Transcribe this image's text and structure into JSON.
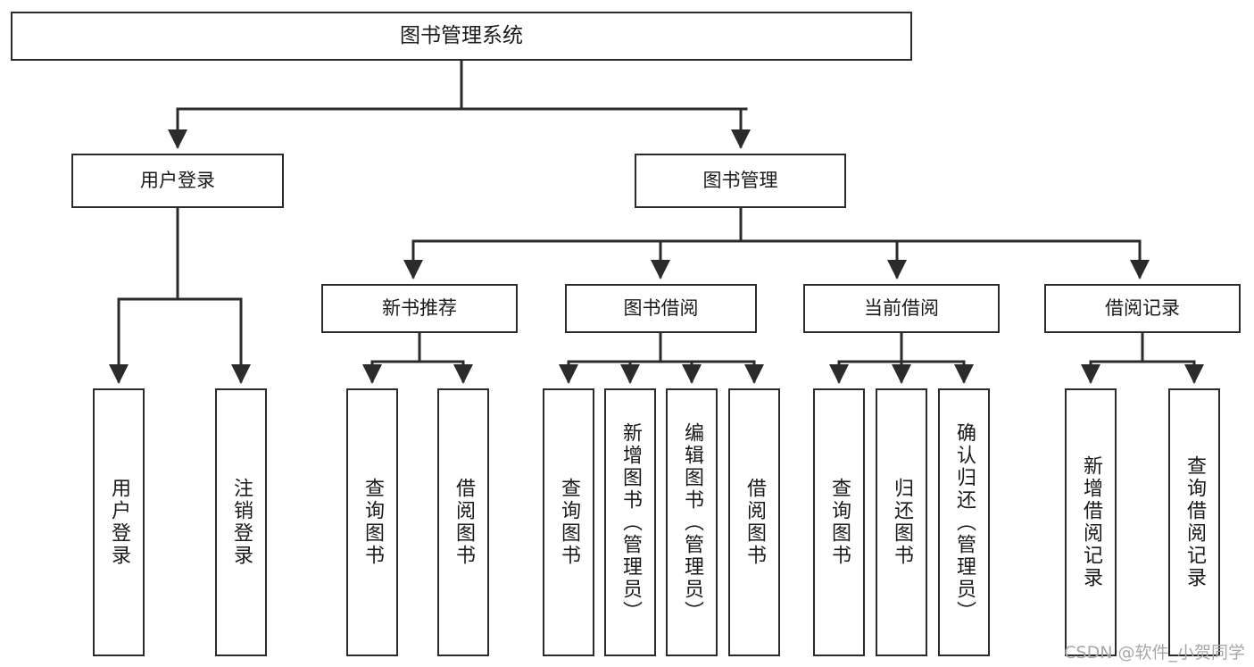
{
  "diagram": {
    "type": "tree",
    "title": "图书管理系统",
    "watermark": "CSDN @软件_小贺同学",
    "colors": {
      "box_border": "#2b2b2b",
      "box_fill": "#ffffff",
      "connector": "#2b2b2b",
      "text": "#1a1a1a",
      "watermark": "#a8a8a8"
    },
    "root": {
      "label": "图书管理系统"
    },
    "level1": [
      {
        "label": "用户登录"
      },
      {
        "label": "图书管理"
      }
    ],
    "level2": [
      {
        "label": "新书推荐"
      },
      {
        "label": "图书借阅"
      },
      {
        "label": "当前借阅"
      },
      {
        "label": "借阅记录"
      }
    ],
    "leaves": {
      "user_login": [
        {
          "label": "用户登录"
        },
        {
          "label": "注销登录"
        }
      ],
      "new_book_recommend": [
        {
          "label": "查询图书"
        },
        {
          "label": "借阅图书"
        }
      ],
      "book_borrow": [
        {
          "label": "查询图书"
        },
        {
          "label": "新增图书（管理员）"
        },
        {
          "label": "编辑图书（管理员）"
        },
        {
          "label": "借阅图书"
        }
      ],
      "current_borrow": [
        {
          "label": "查询图书"
        },
        {
          "label": "归还图书"
        },
        {
          "label": "确认归还（管理员）"
        }
      ],
      "borrow_record": [
        {
          "label": "新增借阅记录"
        },
        {
          "label": "查询借阅记录"
        }
      ]
    }
  }
}
